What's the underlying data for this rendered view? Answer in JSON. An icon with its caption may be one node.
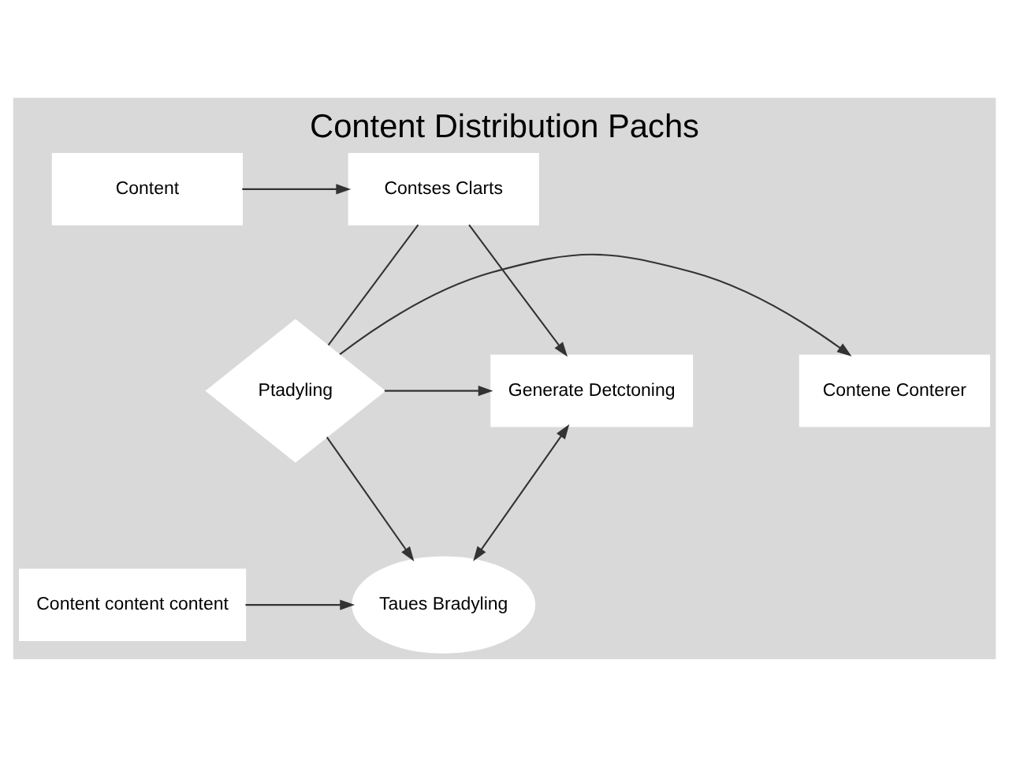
{
  "diagram": {
    "title": "Content Distribution Pachs",
    "nodes": [
      {
        "text": [
          "Content"
        ]
      },
      {
        "text": [
          "Contses Clarts"
        ]
      },
      {
        "text": [
          "Contene Conterer"
        ]
      },
      {
        "text": [
          "Ptadyling"
        ]
      },
      {
        "text": [
          "Generate Detctoning"
        ]
      },
      {
        "text": [
          "Content content content"
        ]
      },
      {
        "text": [
          "Taues Bradyling"
        ]
      }
    ],
    "edges": [
      {
        "from": 0,
        "to": 1,
        "arrow": "to"
      },
      {
        "from": 1,
        "to": 3,
        "arrow": "none"
      },
      {
        "from": 1,
        "to": 4,
        "arrow": "to"
      },
      {
        "from": 3,
        "to": 2,
        "arrow": "to"
      },
      {
        "from": 3,
        "to": 4,
        "arrow": "to"
      },
      {
        "from": 3,
        "to": 6,
        "arrow": "to"
      },
      {
        "from": 5,
        "to": 6,
        "arrow": "to"
      },
      {
        "from": 4,
        "to": 6,
        "arrow": "both"
      }
    ]
  }
}
